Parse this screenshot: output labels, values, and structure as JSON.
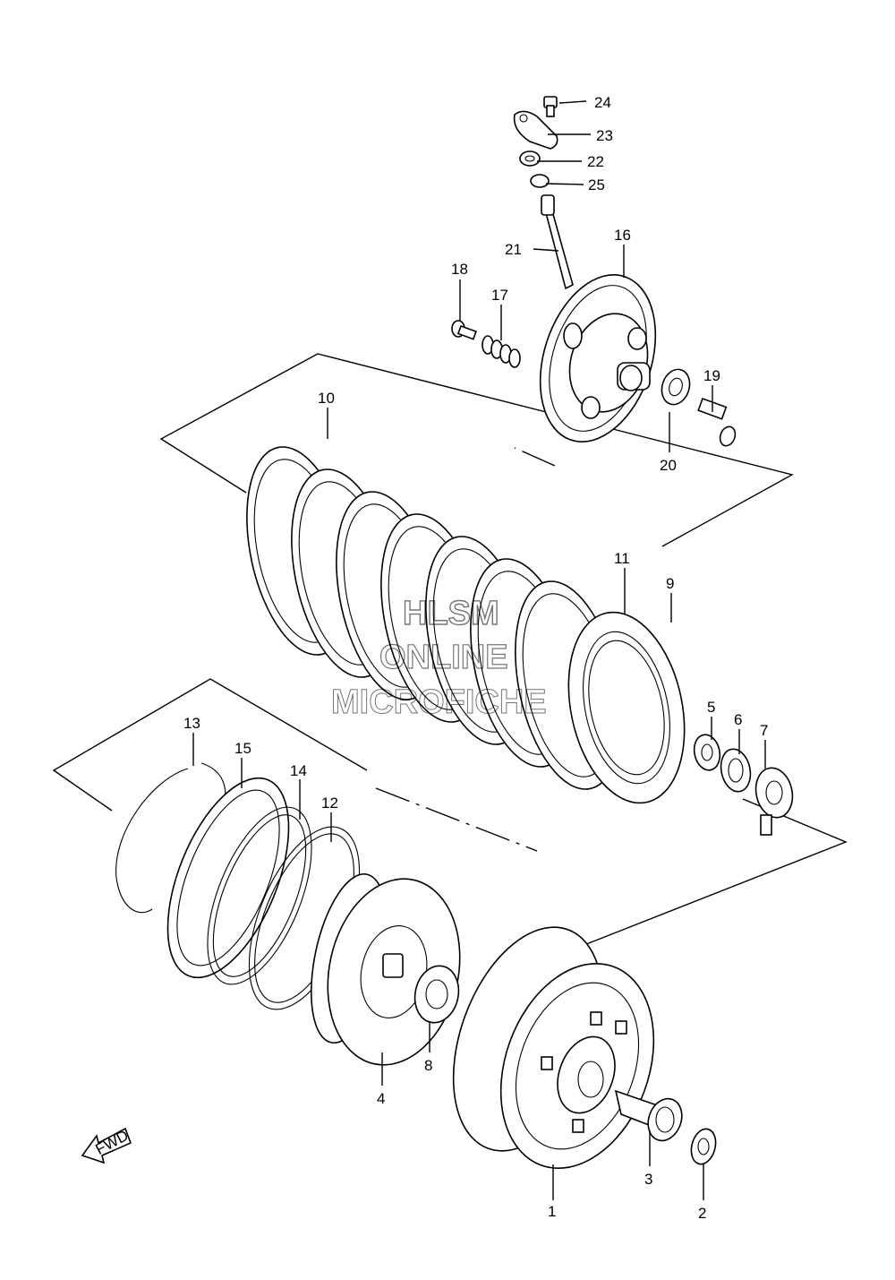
{
  "diagram": {
    "part_labels": [
      "1",
      "2",
      "3",
      "4",
      "5",
      "6",
      "7",
      "8",
      "9",
      "10",
      "11",
      "12",
      "13",
      "14",
      "15",
      "16",
      "17",
      "18",
      "19",
      "20",
      "21",
      "22",
      "23",
      "24",
      "25"
    ],
    "watermark": {
      "line1": "HLSM",
      "line2": "ONLINE",
      "line3": "MICROFICHE"
    },
    "fwd_label": "FWD"
  }
}
